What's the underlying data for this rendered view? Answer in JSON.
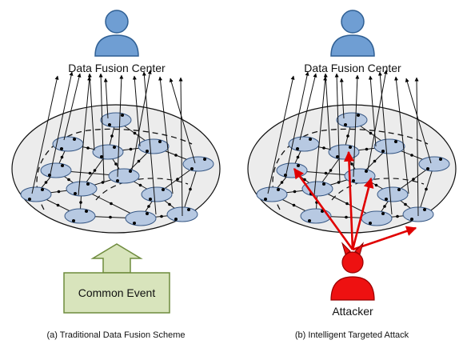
{
  "panel_a": {
    "center_label": "Data Fusion Center",
    "event_label": "Common Event",
    "caption": "(a) Traditional Data Fusion Scheme"
  },
  "panel_b": {
    "center_label": "Data Fusion Center",
    "attacker_label": "Attacker",
    "caption": "(b) Intelligent Targeted Attack"
  },
  "colors": {
    "user_blue": "#6f9ed3",
    "user_stroke": "#2f5f93",
    "region_fill": "#ececec",
    "node_fill": "#b7c9e2",
    "node_stroke": "#3a5a86",
    "event_fill": "#d8e4bc",
    "event_stroke": "#6e8b3d",
    "attacker_red": "#ee1111",
    "attack_arrow": "#e00000"
  },
  "icons": {
    "data_fusion_center": "person-icon",
    "attacker": "devil-person-icon",
    "common_event": "up-arrow-block"
  }
}
